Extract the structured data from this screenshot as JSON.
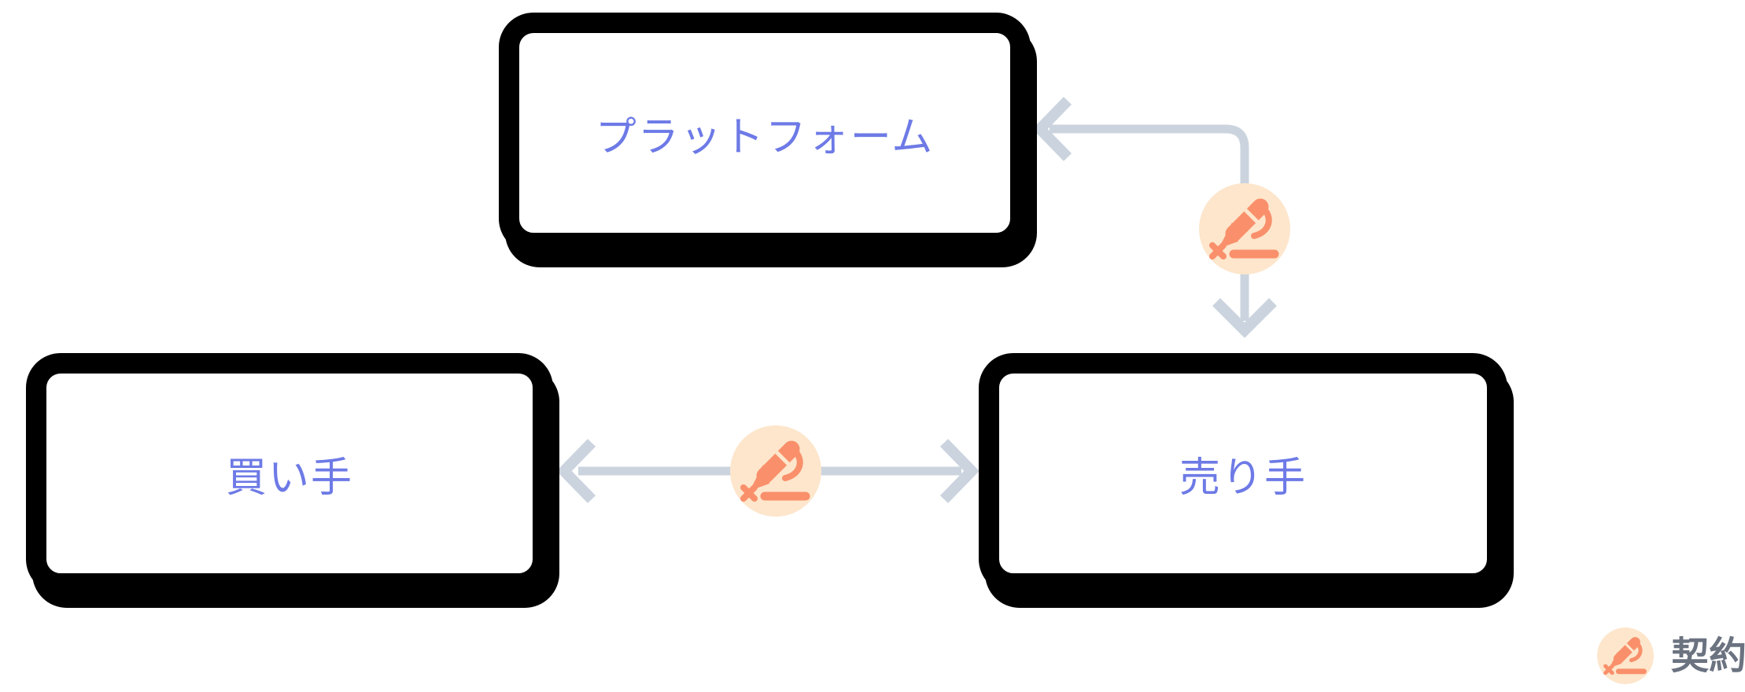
{
  "diagram": {
    "background_color": "#ffffff",
    "nodes": [
      {
        "id": "platform",
        "label": "プラットフォーム",
        "position": "top-center"
      },
      {
        "id": "buyer",
        "label": "買い手",
        "position": "bottom-left"
      },
      {
        "id": "seller",
        "label": "売り手",
        "position": "bottom-right"
      }
    ],
    "connections": [
      {
        "from": "seller",
        "to": "platform",
        "shape": "elbow",
        "arrowheads": "both",
        "midpoint_icon": "contract-pen-icon"
      },
      {
        "from": "seller",
        "to": "buyer",
        "shape": "straight-horizontal",
        "arrowheads": "both",
        "midpoint_icon": "contract-pen-icon"
      }
    ],
    "legend": {
      "icon": "contract-pen-icon",
      "label": "契約"
    },
    "colors": {
      "node_fill": "#ffffff",
      "node_border": "#000000",
      "node_text": "#6d7ae6",
      "arrow": "#cbd4de",
      "icon_circle_fill": "#fde6cc",
      "icon_pen": "#f9906b",
      "legend_text": "#6b7280"
    }
  }
}
